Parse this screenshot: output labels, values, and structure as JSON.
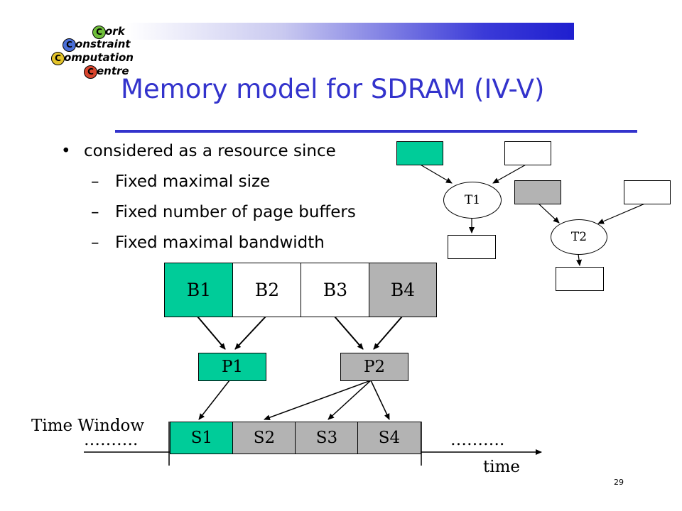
{
  "logo": {
    "words": [
      "ork",
      "onstraint",
      "omputation",
      "entre"
    ],
    "ball_letters": [
      "C",
      "C",
      "C",
      "C"
    ]
  },
  "title": "Memory model for SDRAM (IV-V)",
  "bullets": {
    "main": "considered as a resource since",
    "dash": "–",
    "subs": [
      "Fixed maximal size",
      "Fixed number of page buffers",
      "Fixed maximal bandwidth"
    ]
  },
  "tasks": {
    "t1": "T1",
    "t2": "T2"
  },
  "banks": [
    "B1",
    "B2",
    "B3",
    "B4"
  ],
  "page_buffers": [
    "P1",
    "P2"
  ],
  "slots": [
    "S1",
    "S2",
    "S3",
    "S4"
  ],
  "time_window_label": "Time Window",
  "dots_left": "……….",
  "dots_right": "……….",
  "time_label": "time",
  "page_number": "29",
  "colors": {
    "teal": "#00cc99",
    "grey": "#b3b3b3",
    "title_blue": "#3333cc"
  }
}
